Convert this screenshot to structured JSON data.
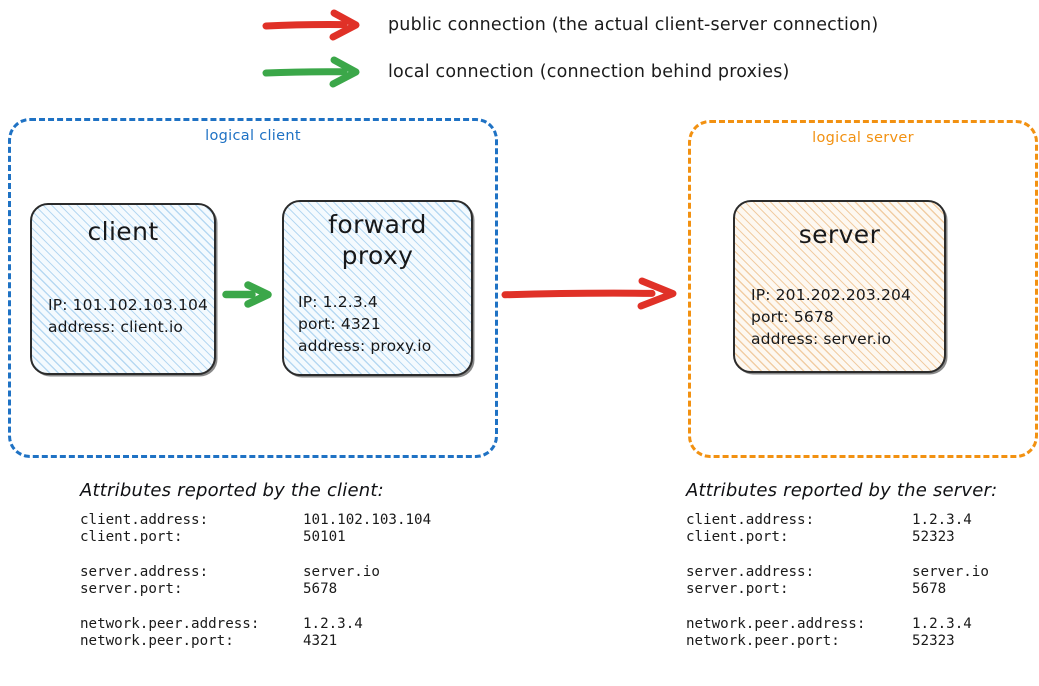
{
  "legend": [
    {
      "id": "public-connection",
      "arrow_icon": "red-arrow-right-icon",
      "color": "#e03127",
      "text": "public connection (the actual client-server connection)"
    },
    {
      "id": "local-connection",
      "arrow_icon": "green-arrow-right-icon",
      "color": "#3ba749",
      "text": "local connection (connection behind proxies)"
    }
  ],
  "groups": {
    "client": {
      "label": "logical client",
      "color": "#1f72c4"
    },
    "server": {
      "label": "logical server",
      "color": "#f29111"
    }
  },
  "nodes": {
    "client": {
      "title": "client",
      "lines": "IP: 101.102.103.104\naddress: client.io"
    },
    "proxy": {
      "title": "forward\nproxy",
      "lines": "IP: 1.2.3.4\nport: 4321\naddress: proxy.io"
    },
    "server": {
      "title": "server",
      "lines": "IP: 201.202.203.204\nport: 5678\naddress: server.io"
    }
  },
  "arrows": {
    "local": {
      "name": "local-connection-arrow",
      "color": "#3ba749"
    },
    "public": {
      "name": "public-connection-arrow",
      "color": "#e03127"
    }
  },
  "attributes_client": {
    "heading": "Attributes reported by the client:",
    "rows": [
      {
        "key": "client.address:",
        "value": "101.102.103.104"
      },
      {
        "key": "client.port:",
        "value": "50101"
      },
      {
        "key": "",
        "value": ""
      },
      {
        "key": "server.address:",
        "value": "server.io"
      },
      {
        "key": "server.port:",
        "value": "5678"
      },
      {
        "key": "",
        "value": ""
      },
      {
        "key": "network.peer.address:",
        "value": "1.2.3.4"
      },
      {
        "key": "network.peer.port:",
        "value": "4321"
      }
    ]
  },
  "attributes_server": {
    "heading": "Attributes reported by the server:",
    "rows": [
      {
        "key": "client.address:",
        "value": "1.2.3.4"
      },
      {
        "key": "client.port:",
        "value": "52323"
      },
      {
        "key": "",
        "value": ""
      },
      {
        "key": "server.address:",
        "value": "server.io"
      },
      {
        "key": "server.port:",
        "value": "5678"
      },
      {
        "key": "",
        "value": ""
      },
      {
        "key": "network.peer.address:",
        "value": "1.2.3.4"
      },
      {
        "key": "network.peer.port:",
        "value": "52323"
      }
    ]
  }
}
